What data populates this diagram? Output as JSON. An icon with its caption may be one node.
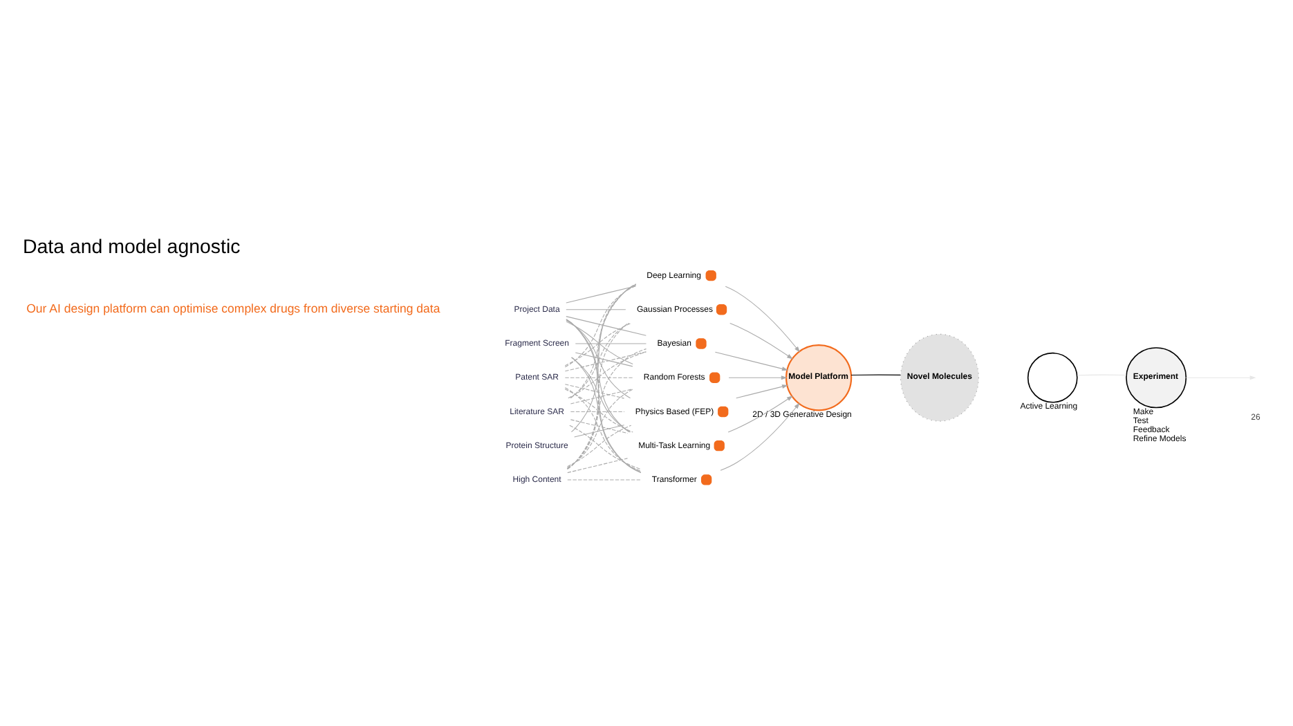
{
  "diagram": {
    "title": "Data and model agnostic",
    "nodes": [
      {
        "text": [
          "Project Data"
        ]
      },
      {
        "text": [
          "Fragment Screen"
        ]
      },
      {
        "text": [
          "Patent SAR"
        ]
      },
      {
        "text": [
          "Literature SAR"
        ]
      },
      {
        "text": [
          "Protein Structure"
        ]
      },
      {
        "text": [
          "High Content"
        ]
      },
      {
        "text": [
          "Deep Learning"
        ]
      },
      {
        "text": [
          "Gaussian Processes"
        ]
      },
      {
        "text": [
          "Bayesian"
        ]
      },
      {
        "text": [
          "Random Forests"
        ]
      },
      {
        "text": [
          "Physics Based (FEP)"
        ]
      },
      {
        "text": [
          "Multi-Task Learning"
        ]
      },
      {
        "text": [
          "Transformer"
        ]
      },
      {
        "text": [
          "Model Platform"
        ],
        "beside": [
          "2D / 3D Generative Design"
        ]
      },
      {
        "text": [
          "Novel Molecules"
        ]
      },
      {
        "text": [],
        "shape": "circle",
        "beside": [
          "Active Learning"
        ]
      },
      {
        "text": [
          "Experiment"
        ],
        "beside": [
          "Make",
          "Test",
          "Feedback",
          "Refine Models"
        ]
      }
    ],
    "edges": [
      {
        "from": 0,
        "to": 6,
        "arrow": "none"
      },
      {
        "from": 0,
        "to": 7,
        "arrow": "none"
      },
      {
        "from": 0,
        "to": 8,
        "arrow": "none"
      },
      {
        "from": 0,
        "to": 9,
        "arrow": "none"
      },
      {
        "from": 0,
        "to": 10,
        "arrow": "none"
      },
      {
        "from": 0,
        "to": 11,
        "arrow": "none"
      },
      {
        "from": 0,
        "to": 12,
        "arrow": "none"
      },
      {
        "from": 1,
        "to": 8,
        "arrow": "none"
      },
      {
        "from": 1,
        "to": 9,
        "arrow": "none"
      },
      {
        "from": 1,
        "to": 11,
        "arrow": "none"
      },
      {
        "from": 1,
        "to": 12,
        "arrow": "none"
      },
      {
        "from": 2,
        "to": 6,
        "arrow": "none",
        "style": "dashed"
      },
      {
        "from": 2,
        "to": 7,
        "arrow": "none",
        "style": "dashed"
      },
      {
        "from": 2,
        "to": 8,
        "arrow": "none",
        "style": "dashed"
      },
      {
        "from": 2,
        "to": 9,
        "arrow": "none",
        "style": "dashed"
      },
      {
        "from": 2,
        "to": 10,
        "arrow": "none",
        "style": "dashed"
      },
      {
        "from": 2,
        "to": 11,
        "arrow": "none",
        "style": "dashed"
      },
      {
        "from": 2,
        "to": 12,
        "arrow": "none",
        "style": "dashed"
      },
      {
        "from": 3,
        "to": 6,
        "arrow": "none",
        "style": "dashed"
      },
      {
        "from": 3,
        "to": 7,
        "arrow": "none",
        "style": "dashed"
      },
      {
        "from": 3,
        "to": 8,
        "arrow": "none",
        "style": "dashed"
      },
      {
        "from": 3,
        "to": 9,
        "arrow": "none",
        "style": "dashed"
      },
      {
        "from": 3,
        "to": 10,
        "arrow": "none",
        "style": "dashed"
      },
      {
        "from": 3,
        "to": 11,
        "arrow": "none",
        "style": "dashed"
      },
      {
        "from": 3,
        "to": 12,
        "arrow": "none",
        "style": "dashed"
      },
      {
        "from": 4,
        "to": 6,
        "arrow": "none"
      },
      {
        "from": 4,
        "to": 10,
        "arrow": "none"
      },
      {
        "from": 5,
        "to": 6,
        "arrow": "none",
        "style": "dashed"
      },
      {
        "from": 5,
        "to": 7,
        "arrow": "none",
        "style": "dashed"
      },
      {
        "from": 5,
        "to": 8,
        "arrow": "none",
        "style": "dashed"
      },
      {
        "from": 5,
        "to": 9,
        "arrow": "none",
        "style": "dashed"
      },
      {
        "from": 5,
        "to": 10,
        "arrow": "none",
        "style": "dashed"
      },
      {
        "from": 5,
        "to": 11,
        "arrow": "none",
        "style": "dashed"
      },
      {
        "from": 5,
        "to": 12,
        "arrow": "none",
        "style": "dashed"
      },
      {
        "from": 6,
        "to": 13,
        "arrow": "to"
      },
      {
        "from": 7,
        "to": 13,
        "arrow": "to"
      },
      {
        "from": 8,
        "to": 13,
        "arrow": "to"
      },
      {
        "from": 9,
        "to": 13,
        "arrow": "to"
      },
      {
        "from": 10,
        "to": 13,
        "arrow": "to"
      },
      {
        "from": 11,
        "to": 13,
        "arrow": "to"
      },
      {
        "from": 12,
        "to": 13,
        "arrow": "to"
      },
      {
        "from": 13,
        "to": 14,
        "arrow": "none",
        "color": "#000000"
      },
      {
        "from": 15,
        "to": 16,
        "arrow": "none",
        "color": "#e6e6e6"
      },
      {
        "from": 16,
        "to": null,
        "arrow": "to",
        "color": "#e6e6e6"
      }
    ],
    "labels": [
      "Our AI design platform can optimise complex drugs from diverse starting data",
      "26"
    ]
  }
}
